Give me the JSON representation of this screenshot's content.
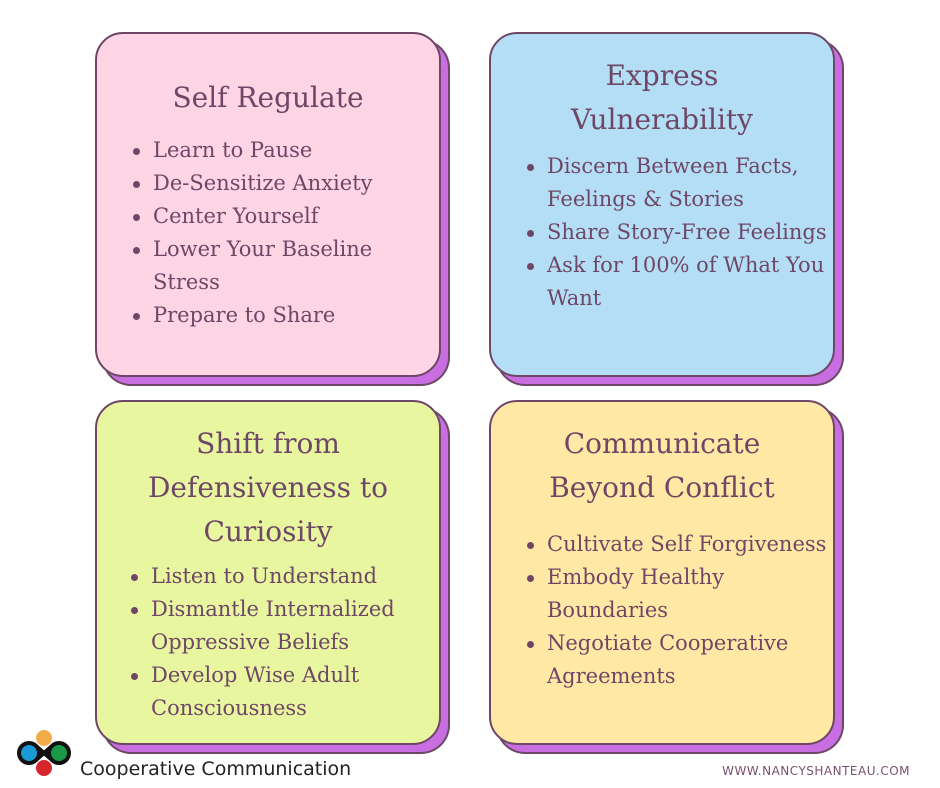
{
  "cards": [
    {
      "title": "Self Regulate",
      "items": [
        "Learn to Pause",
        "De-Sensitize Anxiety",
        "Center Yourself",
        "Lower Your Baseline Stress",
        "Prepare to Share"
      ]
    },
    {
      "title": "Express Vulnerability",
      "items": [
        "Discern Between Facts, Feelings & Stories",
        "Share Story-Free Feelings",
        "Ask for 100% of What You Want"
      ]
    },
    {
      "title": "Shift from Defensiveness to Curiosity",
      "items": [
        "Listen to Understand",
        "Dismantle Internalized Oppressive Beliefs",
        "Develop Wise Adult Consciousness"
      ]
    },
    {
      "title": "Communicate Beyond Conflict",
      "items": [
        "Cultivate Self Forgiveness",
        "Embody Healthy Boundaries",
        "Negotiate Cooperative Agreements"
      ]
    }
  ],
  "footer": {
    "brand": "Cooperative Communication",
    "url": "WWW.NANCYSHANTEAU.COM"
  }
}
